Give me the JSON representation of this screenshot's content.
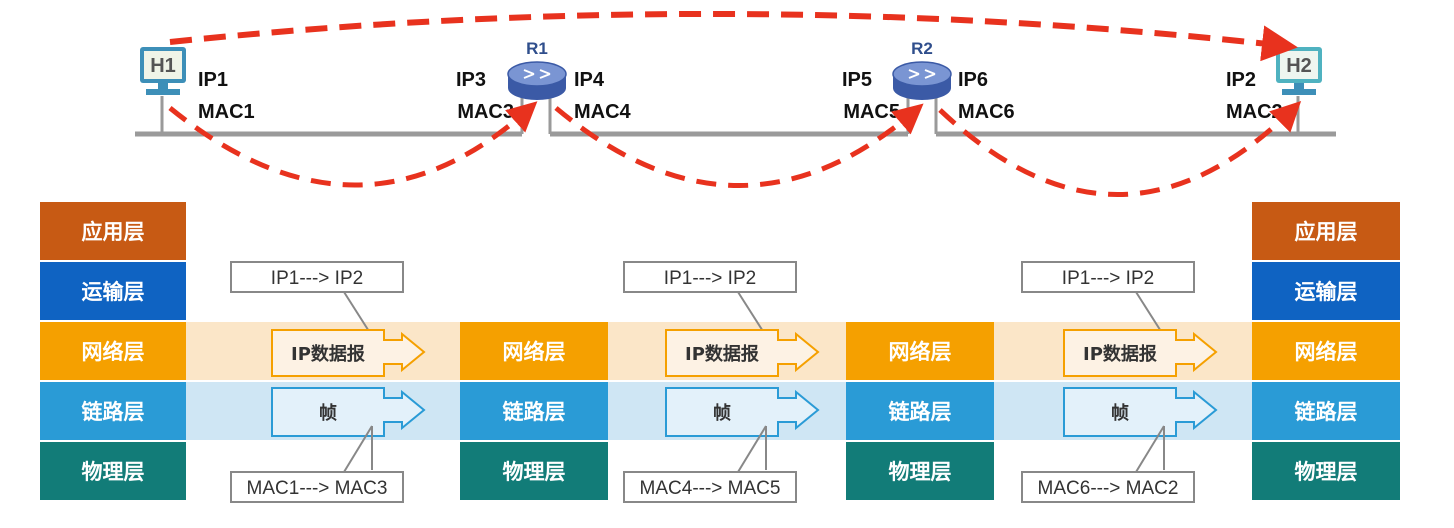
{
  "hosts": [
    {
      "label": "H1",
      "ip": "IP1",
      "mac": "MAC1"
    },
    {
      "label": "H2",
      "ip": "IP2",
      "mac": "MAC2"
    }
  ],
  "routers": [
    {
      "label": "R1",
      "left_ip": "IP3",
      "left_mac": "MAC3",
      "right_ip": "IP4",
      "right_mac": "MAC4"
    },
    {
      "label": "R2",
      "left_ip": "IP5",
      "left_mac": "MAC5",
      "right_ip": "IP6",
      "right_mac": "MAC6"
    }
  ],
  "host_stack": [
    "应用层",
    "运输层",
    "网络层",
    "链路层",
    "物理层"
  ],
  "router_stack": [
    "网络层",
    "链路层",
    "物理层"
  ],
  "pdus": {
    "network": "IP数据报",
    "link": "帧"
  },
  "ip_labels": [
    "IP1---> IP2",
    "IP1---> IP2",
    "IP1---> IP2"
  ],
  "mac_labels": [
    "MAC1---> MAC3",
    "MAC4---> MAC5",
    "MAC6---> MAC2"
  ],
  "colors": {
    "application": "#c75a14",
    "transport": "#0f63c2",
    "network": "#f5a000",
    "link": "#2a9bd6",
    "physical": "#127c78",
    "network_band": "#fbe6c8",
    "link_band": "#cfe6f4",
    "arrow": "#e8321e",
    "cable": "#9a9a9a"
  }
}
